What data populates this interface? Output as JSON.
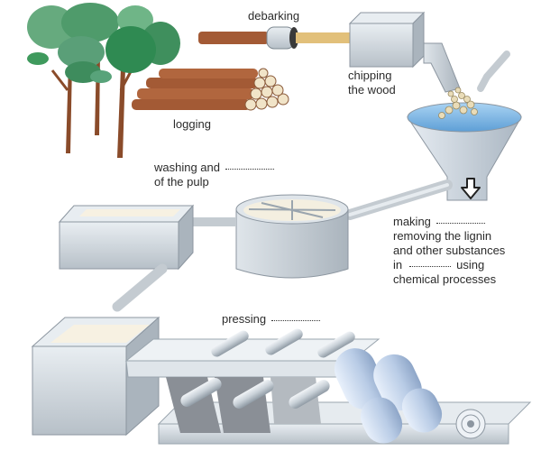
{
  "labels": {
    "debarking": "debarking",
    "chipping_line1": "chipping",
    "chipping_line2": "the wood",
    "logging": "logging",
    "washing_line1": "washing and",
    "washing_line2": "of the pulp",
    "making": "making",
    "removing": "removing the lignin",
    "other": "and other substances",
    "in": "in",
    "using": "using",
    "chemical": "chemical processes",
    "pressing": "pressing"
  },
  "icons": {
    "down_arrow": "down-arrow-icon"
  },
  "colors": {
    "tree_leaf_light": "#5aa77c",
    "tree_leaf_dark": "#2f8a52",
    "trunk": "#8a4b2a",
    "log": "#a35a35",
    "machine": "#cfd6dc",
    "machine_shade": "#9aa5ae",
    "water": "#7fb8e6",
    "pulp": "#f4efe0",
    "pipe": "#c4cbd1"
  }
}
